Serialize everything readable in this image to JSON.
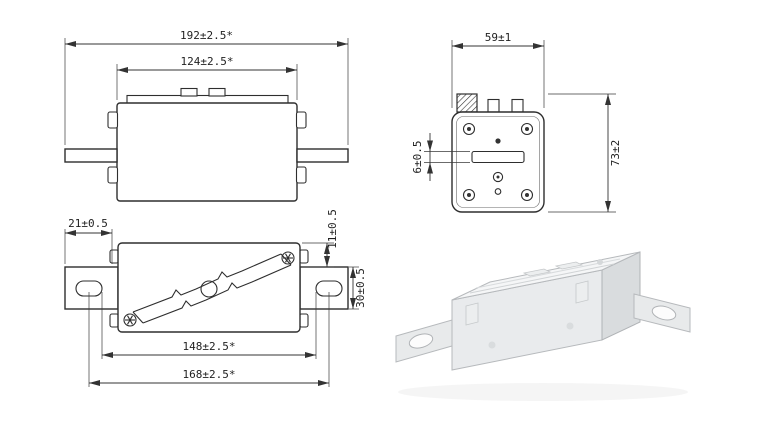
{
  "drawing": {
    "colors": {
      "line": "#333333",
      "background": "#ffffff",
      "render_body": "#eceeef"
    },
    "front_view": {
      "dim_total_width": "192±2.5*",
      "dim_body_width": "124±2.5*"
    },
    "side_view": {
      "dim_width": "59±1",
      "dim_height": "73±2",
      "dim_slot_height": "6±0.5"
    },
    "top_view": {
      "dim_blade_end": "21±0.5",
      "dim_edge_offset": "11±0.5",
      "dim_blade_width": "30±0.5",
      "dim_hole_inner": "148±2.5*",
      "dim_hole_outer": "168±2.5*"
    }
  }
}
